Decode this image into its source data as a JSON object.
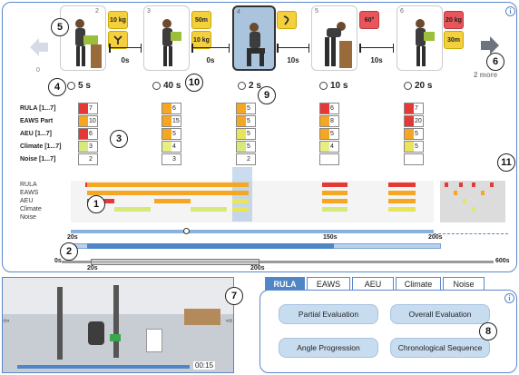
{
  "frames": [
    {
      "num": "",
      "name": "frame-1",
      "badges": [
        {
          "text": "10 kg",
          "color": "#f4d03f"
        },
        {
          "text": "",
          "color": "#f4d03f"
        }
      ]
    },
    {
      "num": "3",
      "name": "frame-3",
      "badges": [
        {
          "text": "50m",
          "color": "#f4d03f"
        },
        {
          "text": "10 kg",
          "color": "#f4d03f"
        }
      ]
    },
    {
      "num": "4",
      "name": "frame-4",
      "badges": [
        {
          "text": "",
          "color": "#f4d03f"
        }
      ]
    },
    {
      "num": "5",
      "name": "frame-5",
      "badges": [
        {
          "text": "60°",
          "color": "#e8555a"
        }
      ]
    },
    {
      "num": "6",
      "name": "frame-6",
      "badges": [
        {
          "text": "20 kg",
          "color": "#e8555a"
        },
        {
          "text": "30m",
          "color": "#f4d03f"
        }
      ]
    }
  ],
  "frame_top_nums": [
    "2",
    "3",
    "4",
    "5",
    "6"
  ],
  "left_zero": "0",
  "more_label": "2 more",
  "durations": [
    "5 s",
    "40 s",
    "2 s",
    "10 s",
    "20 s"
  ],
  "segments": [
    "0s",
    "0s",
    "10s",
    "10s"
  ],
  "metrics": {
    "labels": [
      "RULA [1...7]",
      "EAWS Part",
      "AEU [1...7]",
      "Climate [1...7]",
      "Noise [1...7]"
    ],
    "columns": [
      [
        {
          "v": "7",
          "c": "#e53935"
        },
        {
          "v": "10",
          "c": "#f5a623"
        },
        {
          "v": "6",
          "c": "#e53935"
        },
        {
          "v": "3",
          "c": "#d8e87a"
        },
        {
          "v": "2",
          "c": "#ffffff"
        }
      ],
      [
        {
          "v": "6",
          "c": "#f5a623"
        },
        {
          "v": "15",
          "c": "#f5a623"
        },
        {
          "v": "5",
          "c": "#f5a623"
        },
        {
          "v": "4",
          "c": "#e8ee86"
        },
        {
          "v": "3",
          "c": "#ffffff"
        }
      ],
      [
        {
          "v": "5",
          "c": "#f5a623"
        },
        {
          "v": "5",
          "c": "#f5a623"
        },
        {
          "v": "5",
          "c": "#e8e55a"
        },
        {
          "v": "5",
          "c": "#d8e87a"
        },
        {
          "v": "2",
          "c": "#ffffff"
        }
      ],
      [
        {
          "v": "6",
          "c": "#e53935"
        },
        {
          "v": "8",
          "c": "#f5a623"
        },
        {
          "v": "5",
          "c": "#f5a623"
        },
        {
          "v": "4",
          "c": "#e8ee86"
        },
        {
          "v": "",
          "c": "#ffffff"
        }
      ],
      [
        {
          "v": "7",
          "c": "#e53935"
        },
        {
          "v": "20",
          "c": "#e53935"
        },
        {
          "v": "5",
          "c": "#f5a623"
        },
        {
          "v": "5",
          "c": "#e8e55a"
        },
        {
          "v": "",
          "c": "#ffffff"
        }
      ]
    ]
  },
  "timeline": {
    "labels": [
      "RULA",
      "EAWS",
      "AEU",
      "Climate",
      "Noise"
    ],
    "axis": [
      "20s",
      "150s",
      "200s"
    ],
    "overview_axis": [
      "0s",
      "20s",
      "200s",
      "600s"
    ]
  },
  "tabs": [
    "RULA",
    "EAWS",
    "AEU",
    "Climate",
    "Noise"
  ],
  "buttons": [
    "Partial Evaluation",
    "Overall Evaluation",
    "Angle Progression",
    "Chronological Sequence"
  ],
  "video": {
    "time": "00:15"
  },
  "callouts": [
    "1",
    "2",
    "3",
    "4",
    "5",
    "6",
    "7",
    "8",
    "9",
    "10",
    "11"
  ],
  "colors": {
    "accent": "#5a86c9",
    "red": "#e53935",
    "orange": "#f5a623",
    "yellow": "#e8e55a",
    "lightgreen": "#d8e87a"
  }
}
